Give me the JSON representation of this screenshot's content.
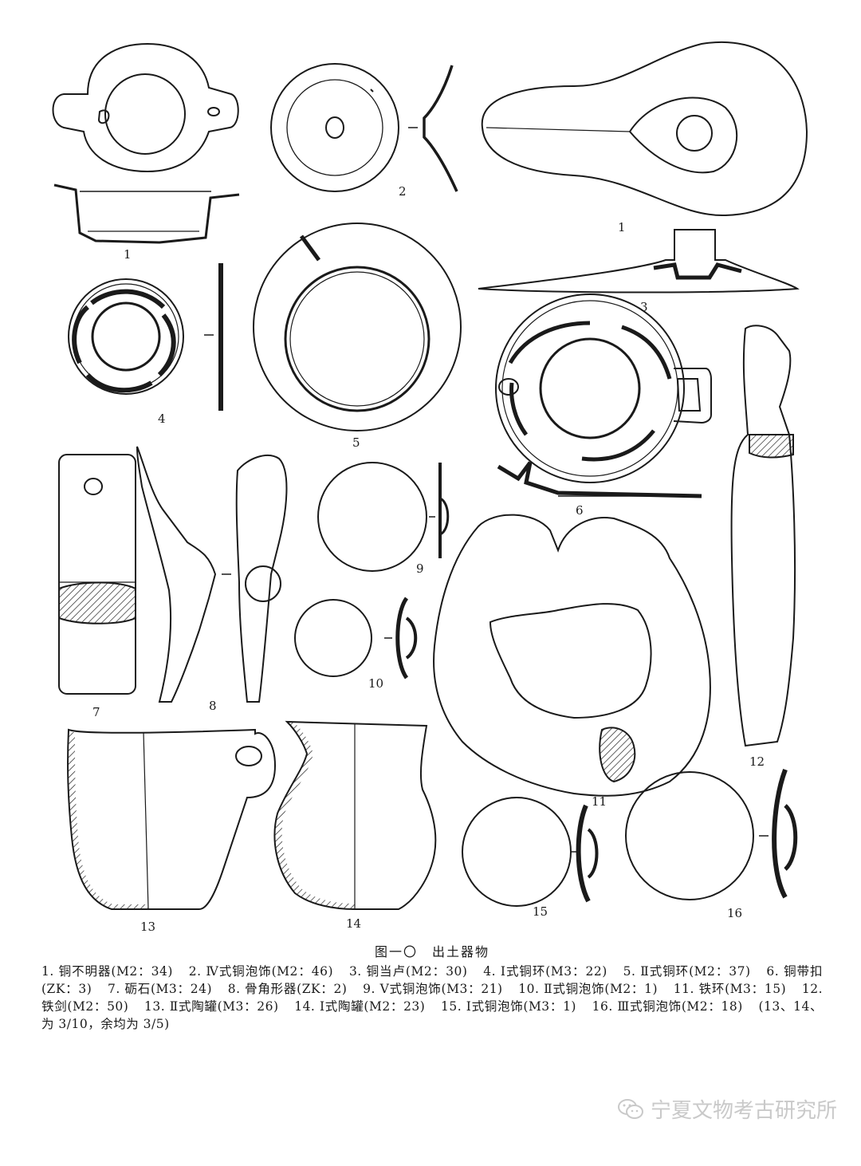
{
  "figure": {
    "labels": {
      "n1a": "1",
      "n1b": "1",
      "n2": "2",
      "n3": "3",
      "n4": "4",
      "n5": "5",
      "n6": "6",
      "n7": "7",
      "n8": "8",
      "n9": "9",
      "n10": "10",
      "n11": "11",
      "n12": "12",
      "n13": "13",
      "n14": "14",
      "n15": "15",
      "n16": "16"
    }
  },
  "caption": {
    "title": "图一〇　出土器物",
    "items": [
      "1. 铜不明器(M2：34)",
      "2. Ⅳ式铜泡饰(M2：46)",
      "3. 铜当卢(M2：30)",
      "4. Ⅰ式铜环(M3：22)",
      "5. Ⅱ式铜环(M2：37)",
      "6. 铜带扣(ZK：3)",
      "7. 砺石(M3：24)",
      "8. 骨角形器(ZK：2)",
      "9. Ⅴ式铜泡饰(M3：21)",
      "10. Ⅱ式铜泡饰(M2：1)",
      "11. 铁环(M3：15)",
      "12. 铁剑(M2：50)",
      "13. Ⅱ式陶罐(M3：26)",
      "14. Ⅰ式陶罐(M2：23)",
      "15. Ⅰ式铜泡饰(M3：1)",
      "16. Ⅲ式铜泡饰(M2：18)",
      "(13、14、为 3/10，余均为 3/5)"
    ]
  },
  "watermark": {
    "text": "宁夏文物考古研究所",
    "icon": "wechat-icon"
  }
}
